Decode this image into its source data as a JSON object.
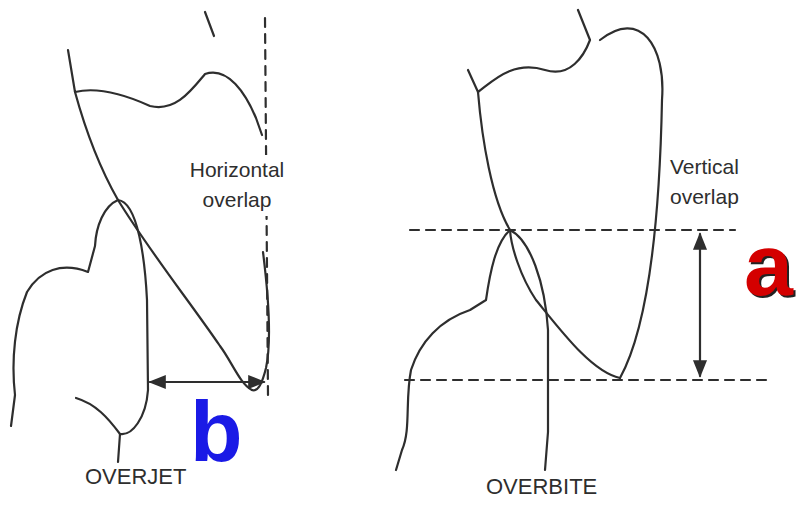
{
  "diagram": {
    "labels": [
      "Horizontal overlap",
      "b",
      "OVERJET",
      "Vertical overlap",
      "a",
      "OVERBITE"
    ]
  }
}
